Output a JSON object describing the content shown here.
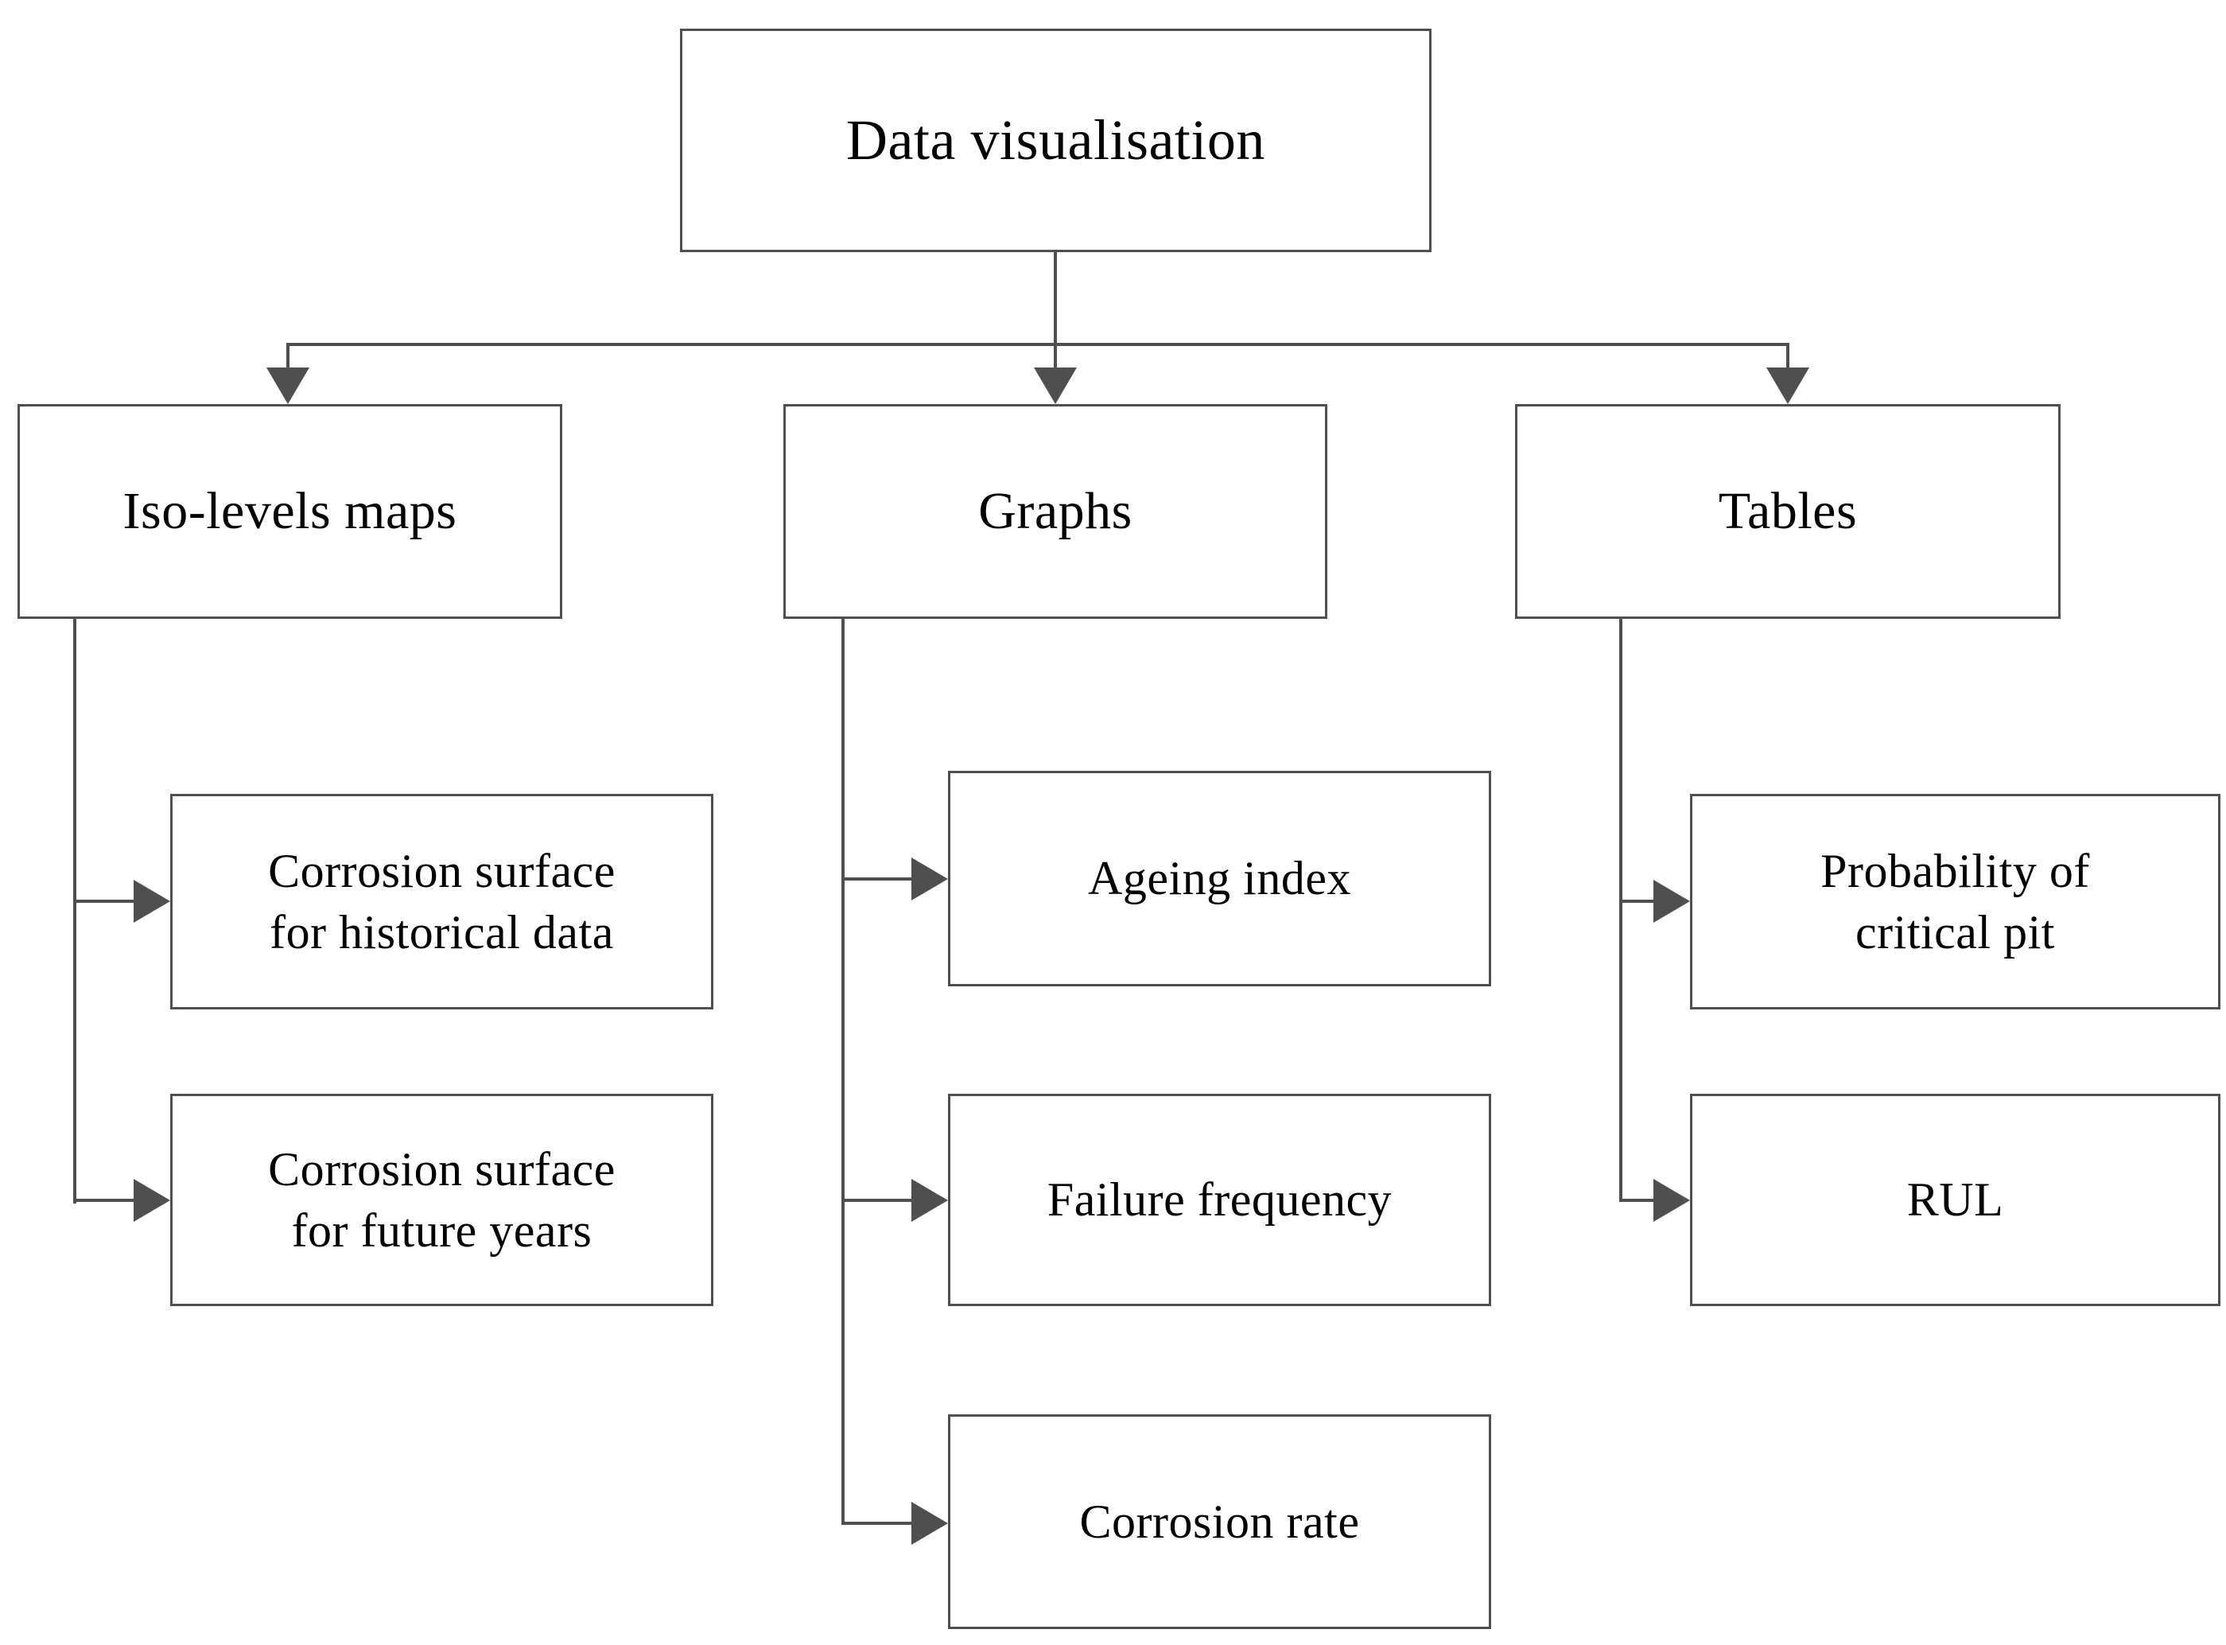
{
  "figure": {
    "type": "flowchart",
    "root": {
      "label": "Data visualisation"
    },
    "branches": [
      {
        "key": "iso-levels-maps",
        "label": "Iso-levels maps",
        "children": [
          {
            "key": "corrosion-surface-historical",
            "label": "Corrosion surface\nfor historical data"
          },
          {
            "key": "corrosion-surface-future",
            "label": "Corrosion surface\nfor future years"
          }
        ]
      },
      {
        "key": "graphs",
        "label": "Graphs",
        "children": [
          {
            "key": "ageing-index",
            "label": "Ageing index"
          },
          {
            "key": "failure-frequency",
            "label": "Failure frequency"
          },
          {
            "key": "corrosion-rate",
            "label": "Corrosion rate"
          }
        ]
      },
      {
        "key": "tables",
        "label": "Tables",
        "children": [
          {
            "key": "probability-of-critical-pit",
            "label": "Probability of\ncritical pit"
          },
          {
            "key": "rul",
            "label": "RUL"
          }
        ]
      }
    ],
    "colors": {
      "line": "#4f4f4f",
      "text": "#000000",
      "background": "#ffffff"
    }
  }
}
